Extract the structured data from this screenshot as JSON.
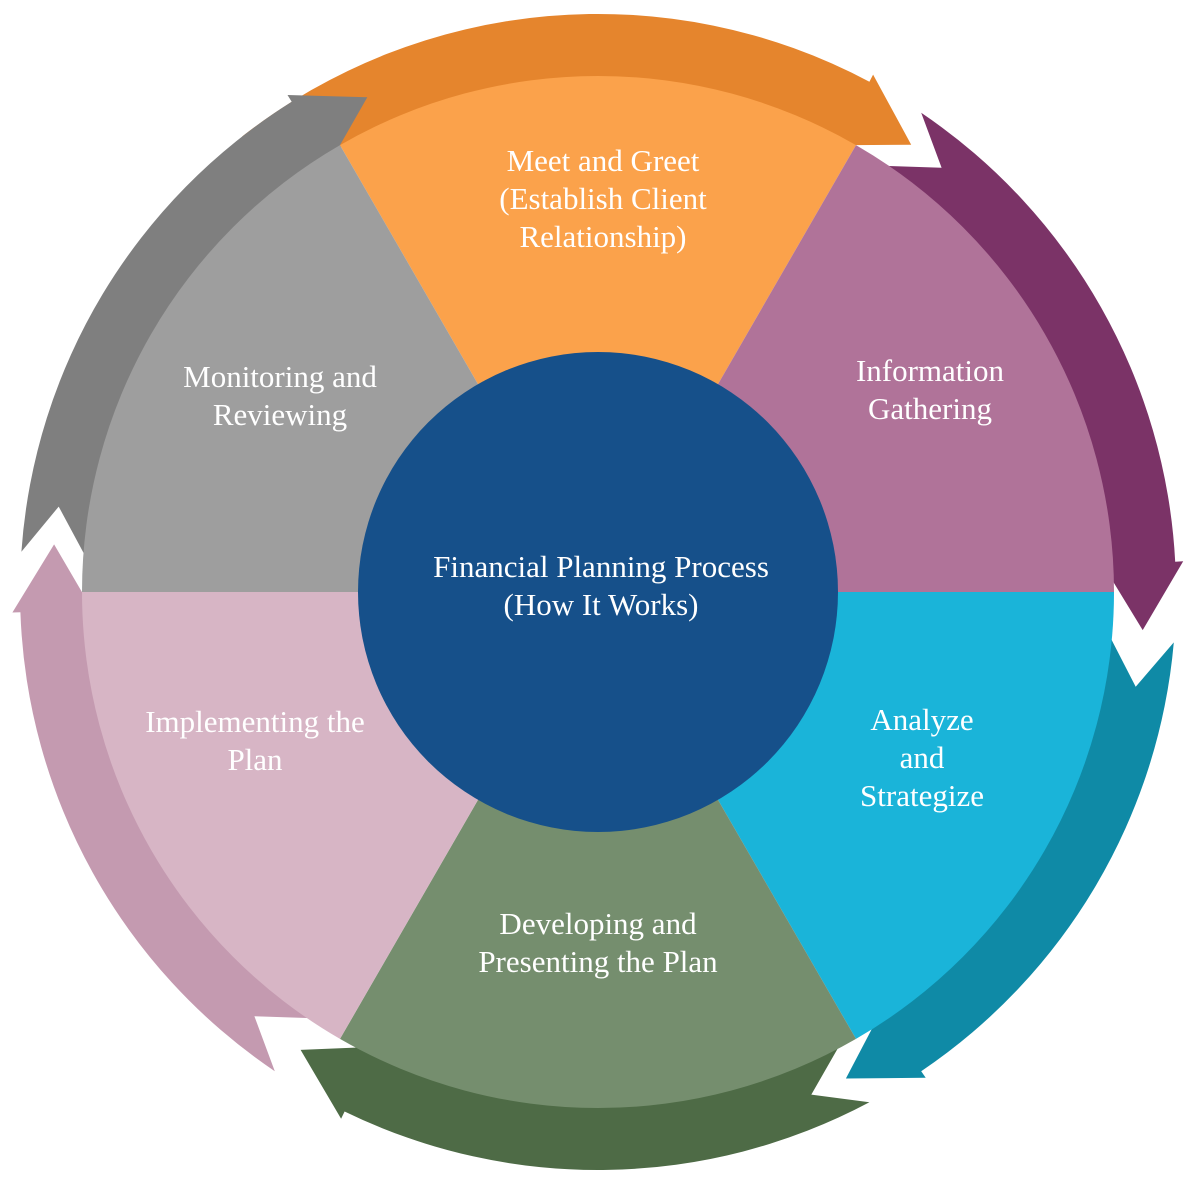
{
  "center": {
    "title": "Financial Planning Process\n(How It Works)",
    "color": "#16508A"
  },
  "steps": [
    {
      "label": "Meet and Greet\n(Establish Client\nRelationship)",
      "fill": "#FBA24B",
      "band": "#E5852D"
    },
    {
      "label": "Information\nGathering",
      "fill": "#B07399",
      "band": "#7B3367"
    },
    {
      "label": "Analyze\nand\nStrategize",
      "fill": "#1AB4D9",
      "band": "#0F8AA6"
    },
    {
      "label": "Developing and\nPresenting the Plan",
      "fill": "#758E6E",
      "band": "#4E6B46"
    },
    {
      "label": "Implementing the\nPlan",
      "fill": "#D7B5C5",
      "band": "#C49AB0"
    },
    {
      "label": "Monitoring and\nReviewing",
      "fill": "#9E9E9E",
      "band": "#7F7F7F"
    }
  ]
}
